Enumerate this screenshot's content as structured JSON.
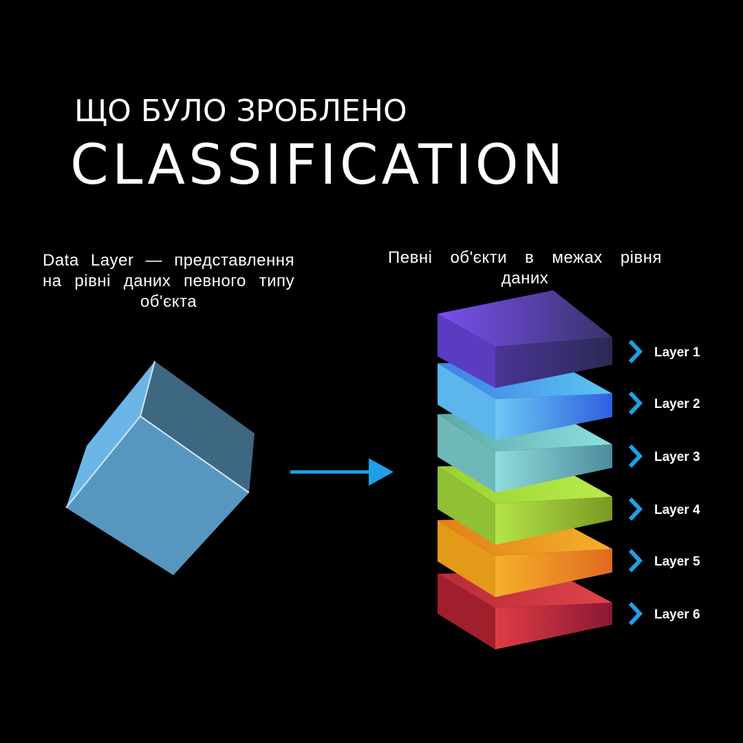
{
  "header": {
    "subtitle": "ЩО БУЛО ЗРОБЛЕНО",
    "title": "CLASSIFICATION"
  },
  "left": {
    "description": "Data Layer — представлення на рівні даних певного типу об'єкта"
  },
  "right": {
    "description": "Певні об'єкти в межах рівня даних"
  },
  "layers": [
    {
      "label": "Layer 1"
    },
    {
      "label": "Layer 2"
    },
    {
      "label": "Layer 3"
    },
    {
      "label": "Layer 4"
    },
    {
      "label": "Layer 5"
    },
    {
      "label": "Layer 6"
    }
  ],
  "colors": {
    "background": "#000000",
    "arrow": "#1ea0e6",
    "cube_front": "#5797bf",
    "cube_right": "#3e6782",
    "cube_left": "#6bb6e6",
    "layer_1": "#6b4bd9",
    "layer_2": "#4d8cf0",
    "layer_3": "#7fd0cf",
    "layer_4": "#a8d83a",
    "layer_5": "#f0a020",
    "layer_6": "#d8323c"
  }
}
